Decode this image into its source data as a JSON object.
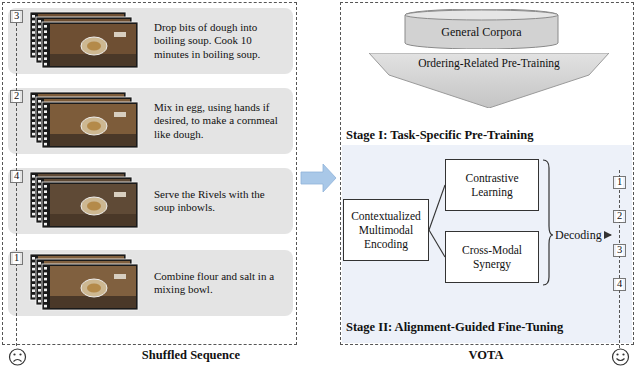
{
  "diagram": {
    "nodes": [
      {
        "text": [
          "Shuffled Sequence"
        ]
      },
      {
        "text": [
          "Drop bits of dough into boiling soup. Cook 10 minutes in boiling soup."
        ],
        "in": 0
      },
      {
        "text": [
          "3"
        ],
        "in": 1
      },
      {
        "text": [
          "Mix in egg, using hands if desired, to make a cornmeal like dough."
        ],
        "in": 0
      },
      {
        "text": [
          "2"
        ],
        "in": 3
      },
      {
        "text": [
          "Serve the Rivels with the soup inbowls."
        ],
        "in": 0
      },
      {
        "text": [
          "4"
        ],
        "in": 5
      },
      {
        "text": [
          "Combine flour and salt in a mixing bowl."
        ],
        "in": 0
      },
      {
        "text": [
          "1"
        ],
        "in": 7
      },
      {
        "text": [
          "VOTA"
        ]
      },
      {
        "text": [
          "Stage I: Task-Specific Pre-Training"
        ],
        "in": 9
      },
      {
        "text": [
          "General Corpora"
        ],
        "in": 10
      },
      {
        "text": [
          "Ordering-Related Pre-Training"
        ],
        "in": 10
      },
      {
        "text": [
          "Stage II: Alignment-Guided Fine-Tuning"
        ],
        "in": 9
      },
      {
        "text": [
          "Contextualized Multimodal Encoding"
        ],
        "in": 13
      },
      {
        "text": [
          "Contrastive Learning"
        ],
        "in": 13
      },
      {
        "text": [
          "Cross-Modal Synergy"
        ],
        "in": 13
      },
      {
        "text": [
          "1"
        ],
        "in": 13
      },
      {
        "text": [
          "2"
        ],
        "in": 13
      },
      {
        "text": [
          "3"
        ],
        "in": 13
      },
      {
        "text": [
          "4"
        ],
        "in": 13
      }
    ],
    "edges": [
      {
        "from": 0,
        "to": 9,
        "arrow": "to"
      },
      {
        "from": 14,
        "to": 15,
        "arrow": "none"
      },
      {
        "from": 14,
        "to": 16,
        "arrow": "none"
      }
    ],
    "labels": [
      "Decoding"
    ]
  }
}
